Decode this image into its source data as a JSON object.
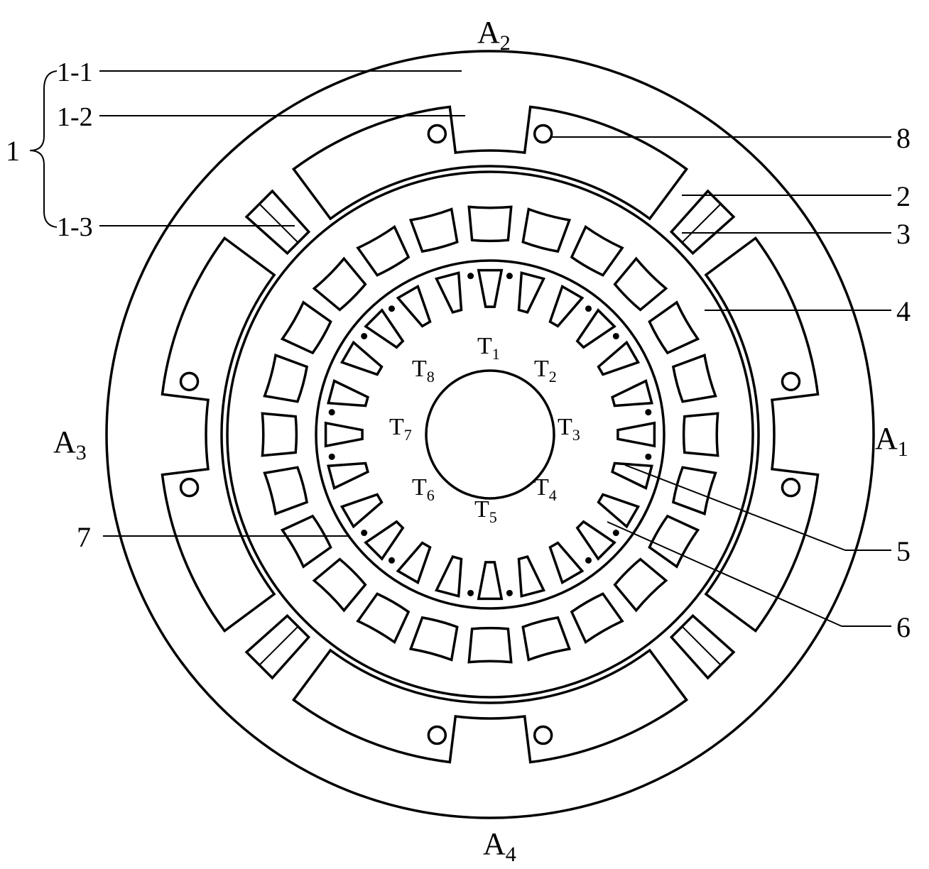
{
  "colors": {
    "stroke": "#000000",
    "background": "#ffffff"
  },
  "air_gap_labels": {
    "a1": {
      "letter": "A",
      "sub": "1"
    },
    "a2": {
      "letter": "A",
      "sub": "2"
    },
    "a3": {
      "letter": "A",
      "sub": "3"
    },
    "a4": {
      "letter": "A",
      "sub": "4"
    }
  },
  "rotor_labels": {
    "t1": {
      "letter": "T",
      "sub": "1"
    },
    "t2": {
      "letter": "T",
      "sub": "2"
    },
    "t3": {
      "letter": "T",
      "sub": "3"
    },
    "t4": {
      "letter": "T",
      "sub": "4"
    },
    "t5": {
      "letter": "T",
      "sub": "5"
    },
    "t6": {
      "letter": "T",
      "sub": "6"
    },
    "t7": {
      "letter": "T",
      "sub": "7"
    },
    "t8": {
      "letter": "T",
      "sub": "8"
    }
  },
  "callouts": {
    "c1": "1",
    "c1_1": "1-1",
    "c1_2": "1-2",
    "c1_3": "1-3",
    "c2": "2",
    "c3": "3",
    "c4": "4",
    "c5": "5",
    "c6": "6",
    "c7": "7",
    "c8": "8"
  }
}
